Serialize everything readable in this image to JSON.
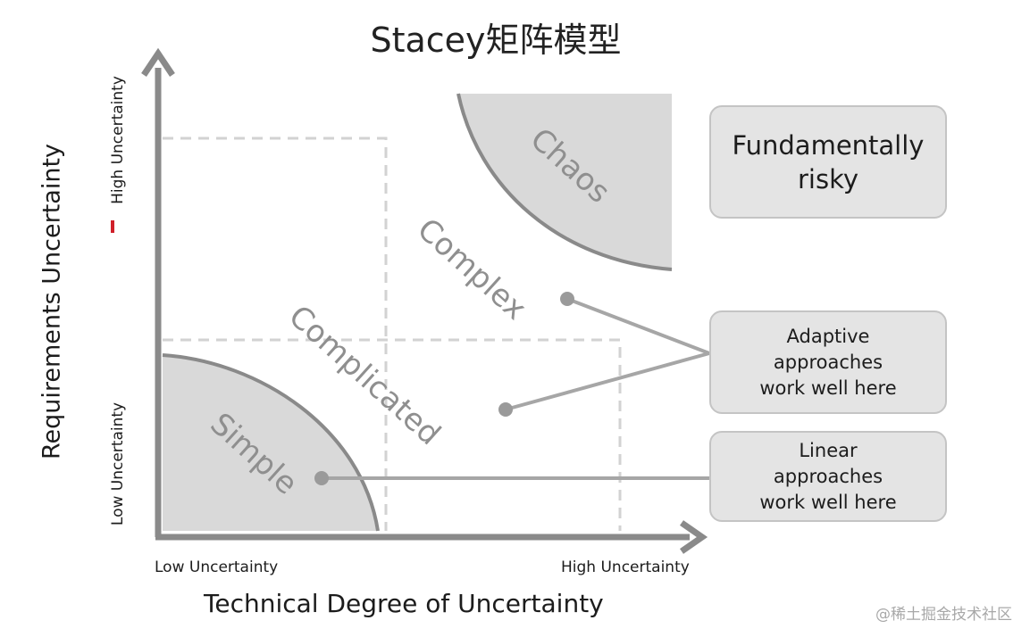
{
  "title": "Stacey矩阵模型",
  "axes": {
    "x_label": "Technical Degree of Uncertainty",
    "y_label": "Requirements Uncertainty",
    "x_low": "Low Uncertainty",
    "x_high": "High Uncertainty",
    "y_low": "Low Uncertainty",
    "y_high": "High Uncertainty"
  },
  "regions": {
    "simple": "Simple",
    "complicated": "Complicated",
    "complex": "Complex",
    "chaos": "Chaos"
  },
  "boxes": {
    "risky": "Fundamentally\nrisky",
    "adaptive": "Adaptive\napproaches\nwork well here",
    "linear": "Linear\napproaches\nwork well here"
  },
  "watermark": "@稀土掘金技术社区",
  "colors": {
    "region_fill": "#d9d9d9",
    "region_stroke": "#8a8a8a",
    "axis": "#8a8a8a",
    "dashed": "#d2d2d2",
    "connector": "#a6a6a6",
    "region_text": "#8f8f8f",
    "box_fill": "#e4e4e4",
    "accent": "#d0202a"
  }
}
